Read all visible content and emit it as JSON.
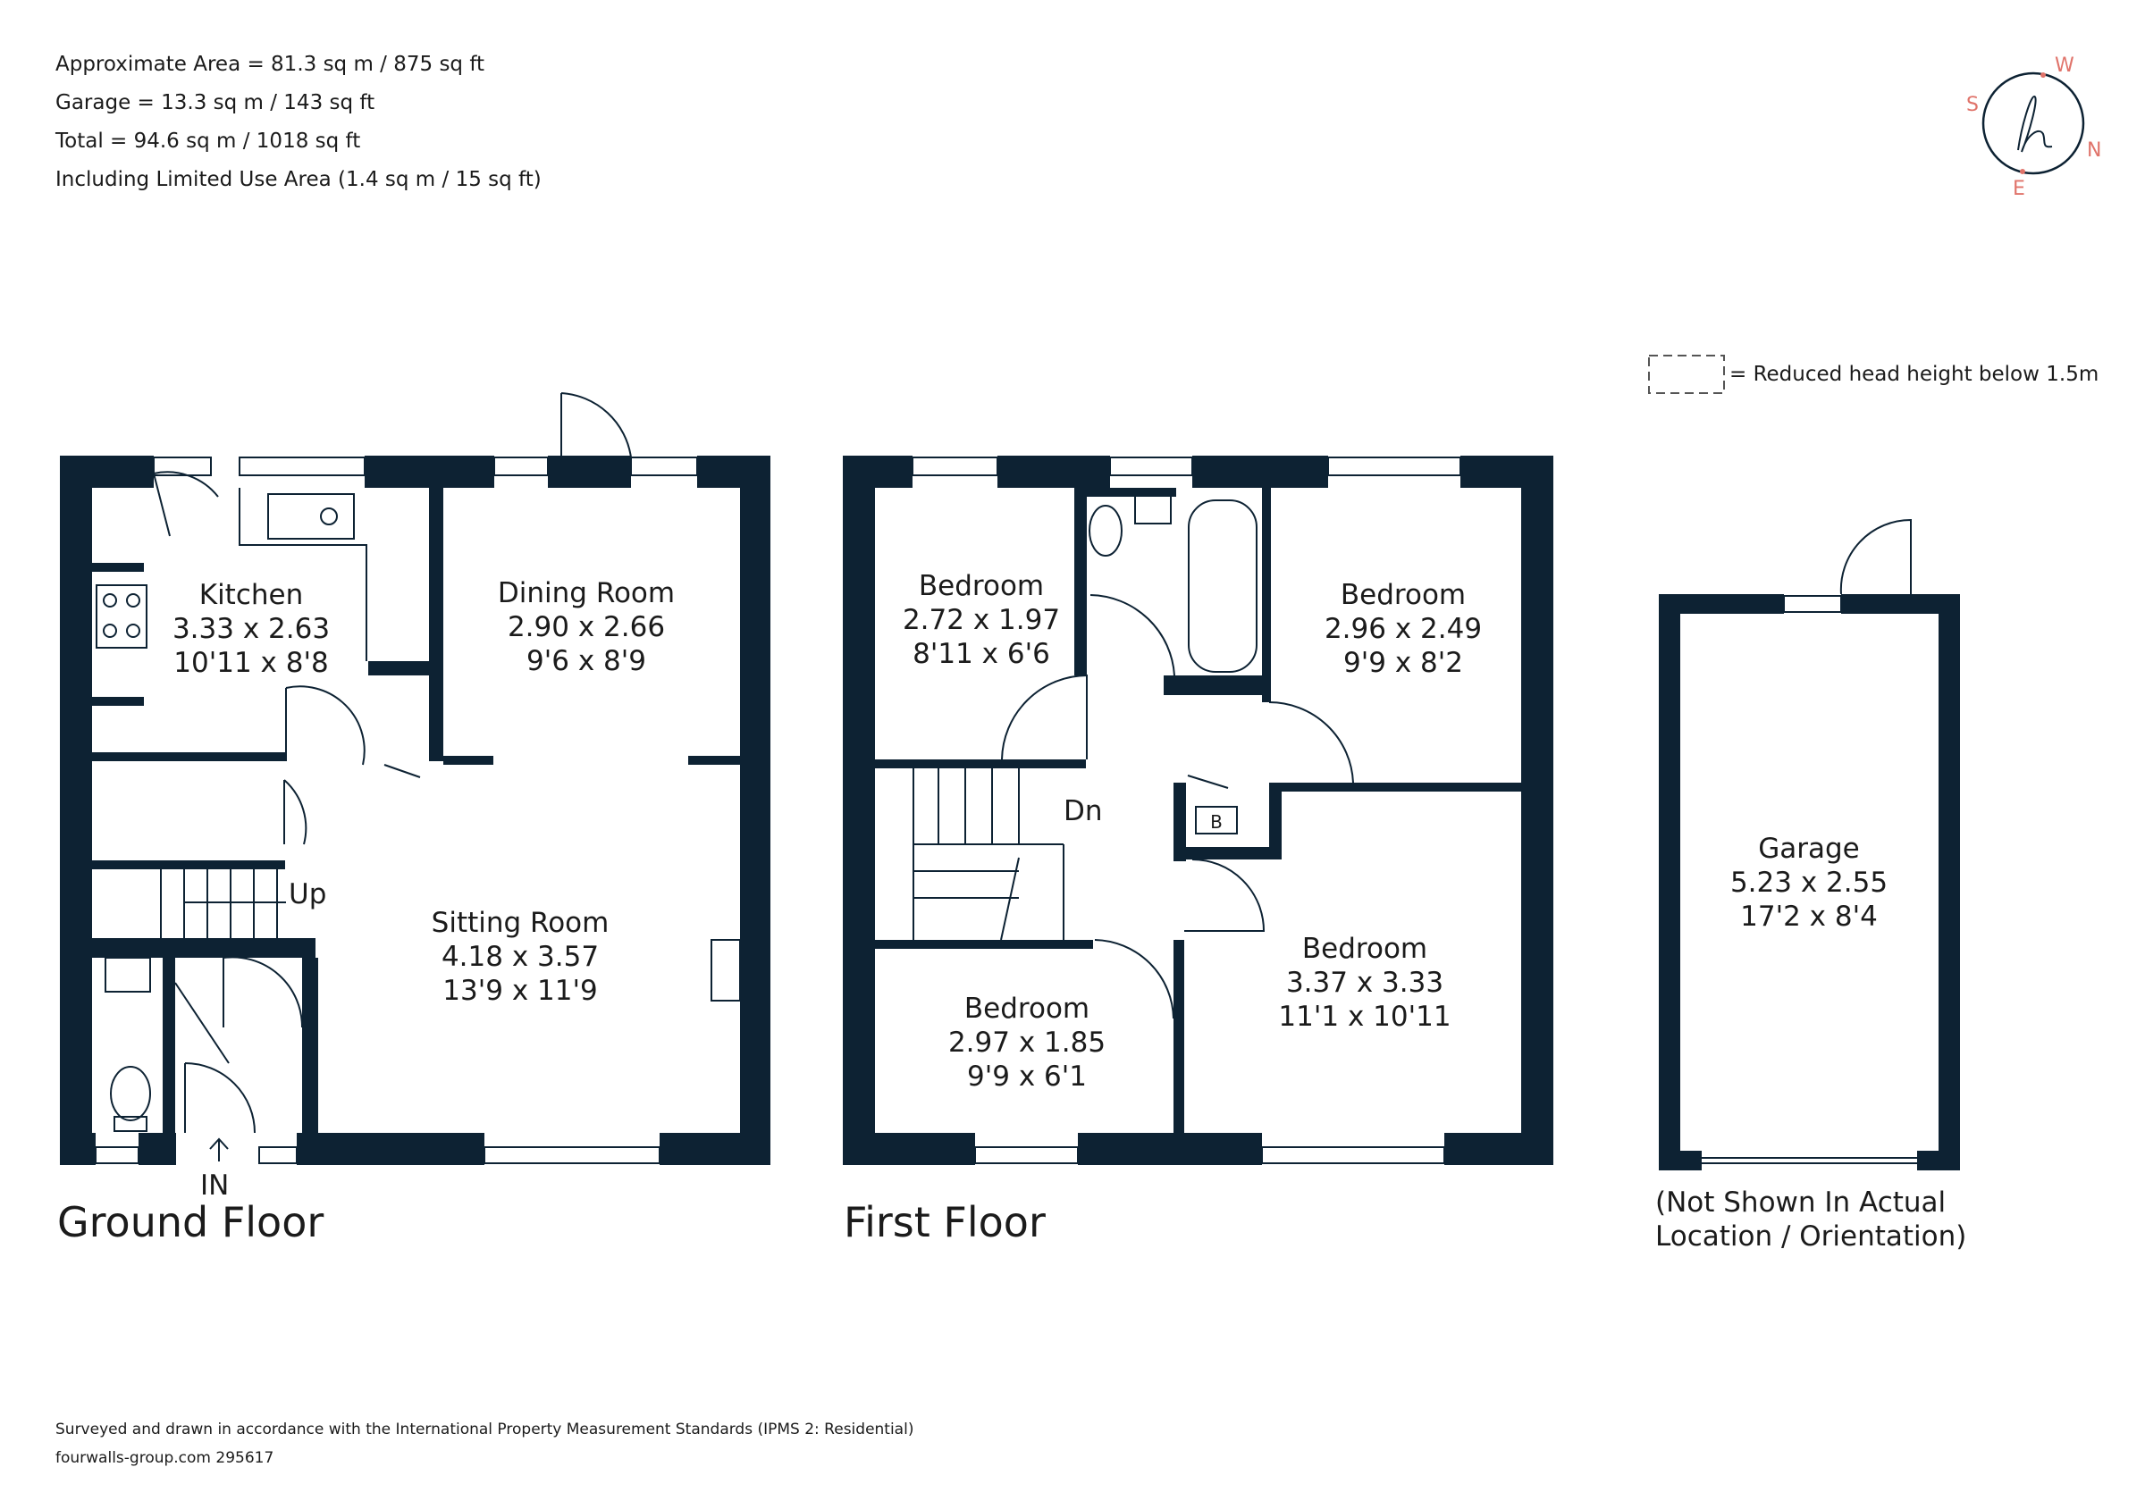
{
  "header": {
    "area_line": "Approximate Area = 81.3 sq m / 875 sq ft",
    "garage_line": "Garage = 13.3 sq m / 143 sq ft",
    "total_line": "Total = 94.6 sq m / 1018 sq ft",
    "limited_line": "Including Limited Use Area (1.4 sq m / 15 sq ft)"
  },
  "compass": {
    "logo_letter": "h",
    "w": "W",
    "s": "S",
    "n": "N",
    "e": "E",
    "accent": "#e0736a"
  },
  "legend": {
    "text": "= Reduced head height below 1.5m"
  },
  "ground_floor": {
    "title": "Ground Floor",
    "entrance": "IN",
    "stairs": "Up",
    "rooms": {
      "kitchen": {
        "name": "Kitchen",
        "metric": "3.33 x 2.63",
        "imperial": "10'11 x 8'8"
      },
      "dining": {
        "name": "Dining Room",
        "metric": "2.90 x 2.66",
        "imperial": "9'6 x 8'9"
      },
      "sitting": {
        "name": "Sitting Room",
        "metric": "4.18 x 3.57",
        "imperial": "13'9 x 11'9"
      }
    }
  },
  "first_floor": {
    "title": "First Floor",
    "stairs": "Dn",
    "boiler": "B",
    "rooms": {
      "bed1": {
        "name": "Bedroom",
        "metric": "2.72 x 1.97",
        "imperial": "8'11 x 6'6"
      },
      "bed2": {
        "name": "Bedroom",
        "metric": "2.96 x 2.49",
        "imperial": "9'9 x 8'2"
      },
      "bed3": {
        "name": "Bedroom",
        "metric": "3.37 x 3.33",
        "imperial": "11'1 x 10'11"
      },
      "bed4": {
        "name": "Bedroom",
        "metric": "2.97 x 1.85",
        "imperial": "9'9 x 6'1"
      }
    }
  },
  "garage": {
    "name": "Garage",
    "metric": "5.23 x 2.55",
    "imperial": "17'2 x 8'4",
    "note_line1": "(Not Shown In Actual",
    "note_line2": "Location / Orientation)"
  },
  "footer": {
    "standards": "Surveyed and drawn in accordance with the International Property Measurement Standards (IPMS 2: Residential)",
    "ref": "fourwalls-group.com 295617"
  }
}
